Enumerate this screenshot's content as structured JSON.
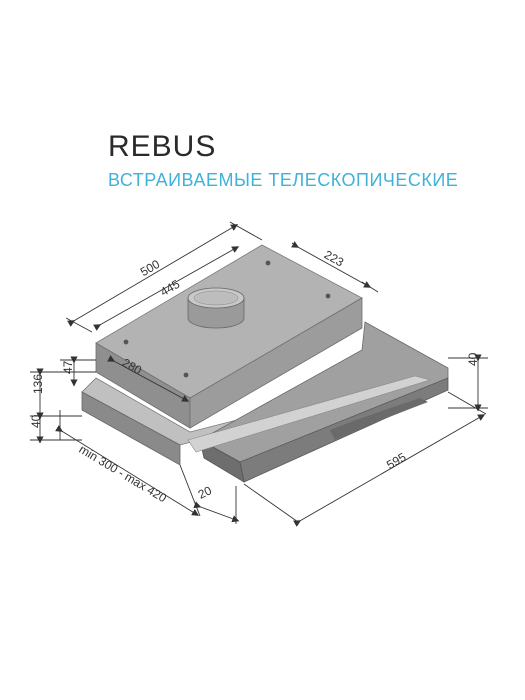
{
  "product": {
    "title": "REBUS",
    "subtitle": "ВСТРАИВАЕМЫЕ ТЕЛЕСКОПИЧЕСКИЕ"
  },
  "dimensions": {
    "d500": "500",
    "d445": "445",
    "d223": "223",
    "d280": "280",
    "d47": "47",
    "d136": "136",
    "d40_left": "40",
    "d40_right": "40",
    "d595": "595",
    "d20": "20",
    "depth_range": "min 300 - max 420"
  },
  "colors": {
    "title": "#2a2a2a",
    "subtitle": "#3fb2d8",
    "body_top": "#a9a9a9",
    "body_side": "#8c8c8c"
  }
}
